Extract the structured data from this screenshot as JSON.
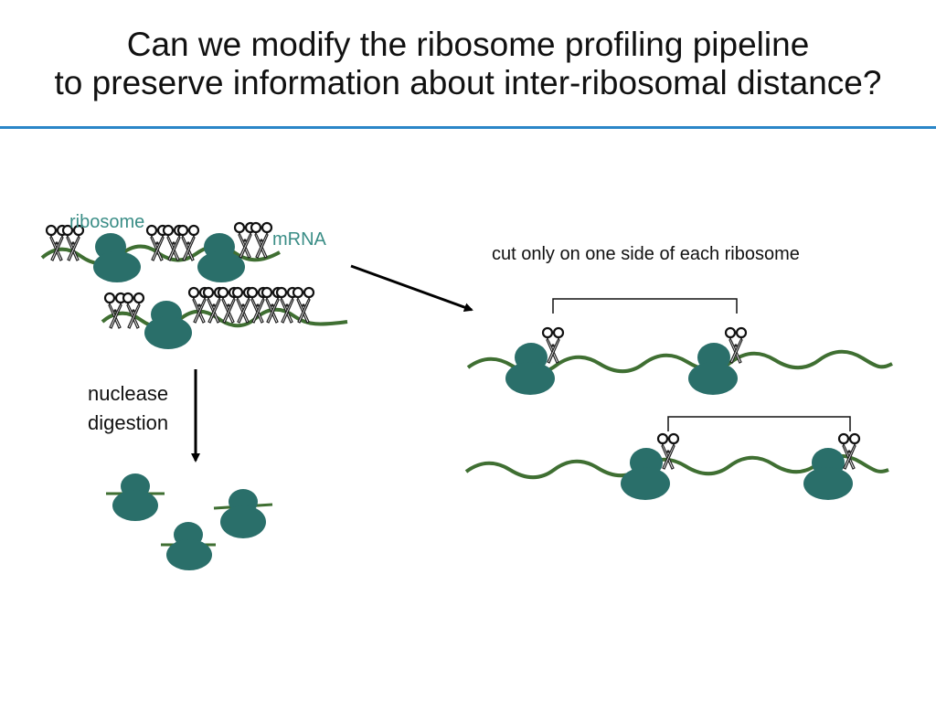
{
  "slide": {
    "title_line1": "Can we modify the ribosome profiling pipeline",
    "title_line2": "to preserve information about inter-ribosomal distance?"
  },
  "diagram": {
    "label_ribosome": "ribosome",
    "label_mrna": "mRNA",
    "label_nuclease_1": "nuclease",
    "label_nuclease_2": "digestion",
    "label_cut": "cut only on one side of each ribosome"
  },
  "colors": {
    "ribosome": "#2a6f6a",
    "mrna": "#3f6f32",
    "accent_rule": "#2a86c8",
    "label_teal": "#3a8d86"
  },
  "icons": [
    "scissors-icon",
    "ribosome-icon"
  ]
}
